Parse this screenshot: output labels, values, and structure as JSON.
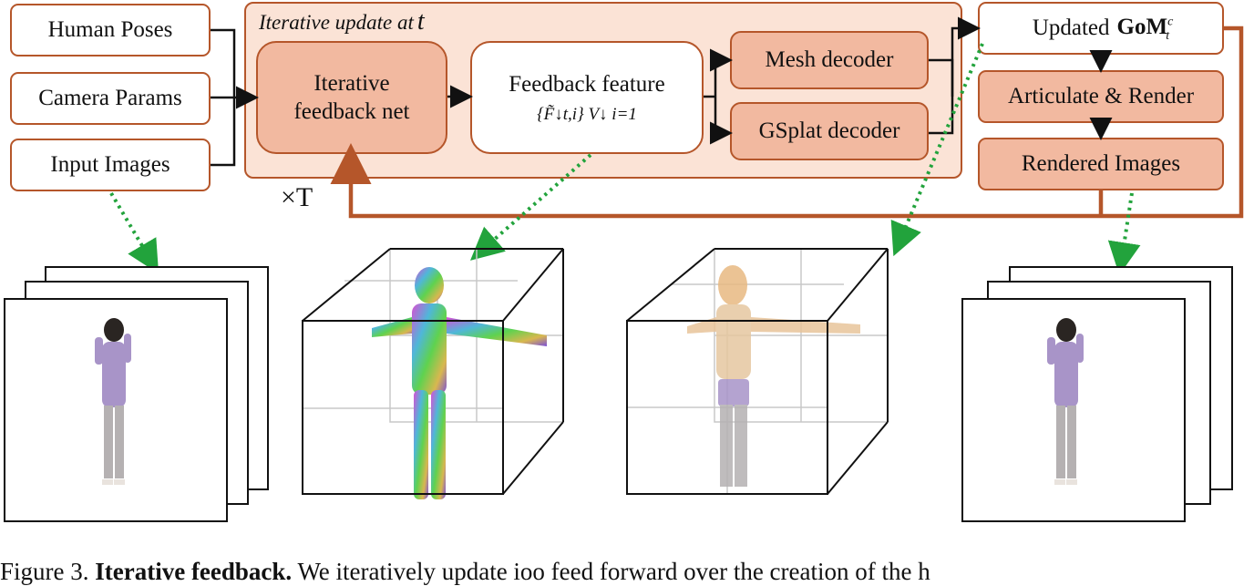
{
  "inputs": {
    "human_poses": "Human Poses",
    "camera_params": "Camera Params",
    "input_images": "Input Images"
  },
  "loop": {
    "title": "Iterative update at",
    "title_var": "t",
    "iterations": "×T",
    "feedback_net": "Iterative feedback net",
    "feedback_feature": "Feedback feature",
    "feedback_feature_math": "{F̃↓t,i} V↓ i=1",
    "mesh_decoder": "Mesh decoder",
    "gsplat_decoder": "GSplat decoder"
  },
  "outputs": {
    "updated_label": "Updated",
    "gom_symbol": "GoM",
    "gom_sup": "c",
    "gom_sub": "t",
    "articulate_render": "Articulate & Render",
    "rendered_images": "Rendered Images"
  },
  "caption": {
    "prefix": "Figure 3.",
    "bold": "Iterative feedback.",
    "text": "We iteratively update ioo feed forward over the creation of the h"
  },
  "colors": {
    "box_border": "#b5562a",
    "box_fill": "#f2b9a0",
    "region_fill": "#fbe3d6",
    "dotted_arrow": "#22a33c"
  }
}
